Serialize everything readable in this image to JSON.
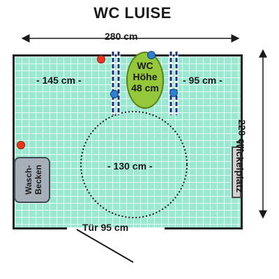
{
  "title": "WC LUISE",
  "dimensions": {
    "width_label": "280 cm",
    "depth_label": "220 cm"
  },
  "room": {
    "left_clearance": "- 145 cm -",
    "right_clearance": "- 95 cm -",
    "turning_circle": "- 130 cm -",
    "door": "Tür 95 cm"
  },
  "fixtures": {
    "toilet_line1": "WC",
    "toilet_line2": "Höhe",
    "toilet_line3": "48 cm",
    "sink": "Wasch-Becken",
    "changing_table": "Wickelplatz"
  },
  "colors": {
    "floor": "#9ae8d0",
    "toilet": "#94c83a",
    "sink": "#a6afb8",
    "grab_bar": "#1d2f7a",
    "marker_red": "#ee3322",
    "marker_blue": "#2f7fd0"
  }
}
